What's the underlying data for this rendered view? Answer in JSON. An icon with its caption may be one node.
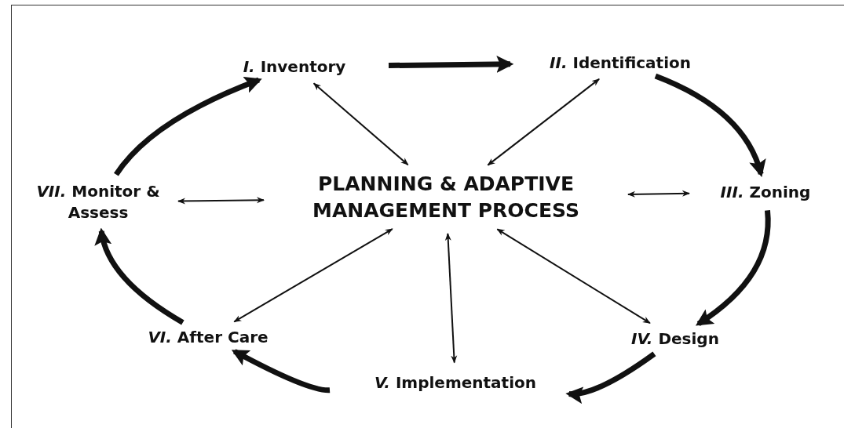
{
  "diagram": {
    "nodes": [
      {
        "text": [
          "PLANNING & ADAPTIVE MANAGEMENT PROCESS"
        ]
      },
      {
        "text": [
          "*I.* Inventory"
        ]
      },
      {
        "text": [
          "*II.* Identification"
        ]
      },
      {
        "text": [
          "*III.* Zoning"
        ]
      },
      {
        "text": [
          "*IV.* Design"
        ]
      },
      {
        "text": [
          "*V.* Implementation"
        ]
      },
      {
        "text": [
          "*VI.* After Care"
        ]
      },
      {
        "text": [
          "*VII.* Monitor & Assess"
        ]
      }
    ],
    "edges": [
      {
        "from": 0,
        "to": 1,
        "arrow": "both"
      },
      {
        "from": 0,
        "to": 2,
        "arrow": "both"
      },
      {
        "from": 0,
        "to": 3,
        "arrow": "both"
      },
      {
        "from": 0,
        "to": 4,
        "arrow": "both"
      },
      {
        "from": 0,
        "to": 5,
        "arrow": "both"
      },
      {
        "from": 0,
        "to": 6,
        "arrow": "both"
      },
      {
        "from": 0,
        "to": 7,
        "arrow": "both"
      },
      {
        "from": 1,
        "to": 2,
        "arrow": "to",
        "style": "thick"
      },
      {
        "from": 2,
        "to": 3,
        "arrow": "to",
        "style": "thick"
      },
      {
        "from": 3,
        "to": 4,
        "arrow": "to",
        "style": "thick"
      },
      {
        "from": 4,
        "to": 5,
        "arrow": "to",
        "style": "thick"
      },
      {
        "from": 5,
        "to": 6,
        "arrow": "to",
        "style": "thick"
      },
      {
        "from": 6,
        "to": 7,
        "arrow": "to",
        "style": "thick"
      },
      {
        "from": 7,
        "to": 1,
        "arrow": "to",
        "style": "thick"
      }
    ]
  }
}
